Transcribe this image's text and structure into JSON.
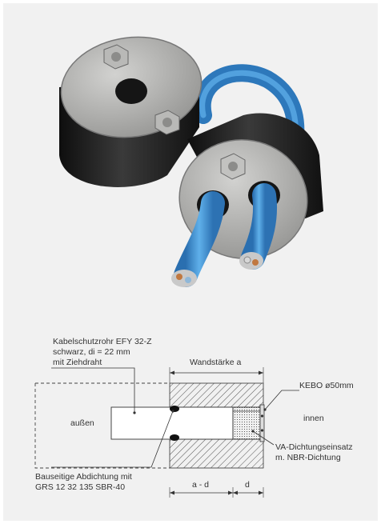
{
  "labels": {
    "kabel_line1": "Kabelschutzrohr EFY 32-Z",
    "kabel_line2": "schwarz, di = 22 mm",
    "kabel_line3": "mit Ziehdraht",
    "wandstaerke": "Wandstärke a",
    "kebo": "KEBO ø50mm",
    "aussen": "außen",
    "innen": "innen",
    "va_line1": "VA-Dichtungseinsatz",
    "va_line2": "m. NBR-Dichtung",
    "bau_line1": "Bauseitige Abdichtung mit",
    "bau_line2": "GRS 12 32 135 SBR-40",
    "dim_ad": "a - d",
    "dim_d": "d"
  },
  "colors": {
    "background": "#f1f1f1",
    "rubber": "#1f1f1f",
    "steel": "#a9a9a7",
    "cable_blue": "#3f8fce",
    "line": "#333333"
  }
}
